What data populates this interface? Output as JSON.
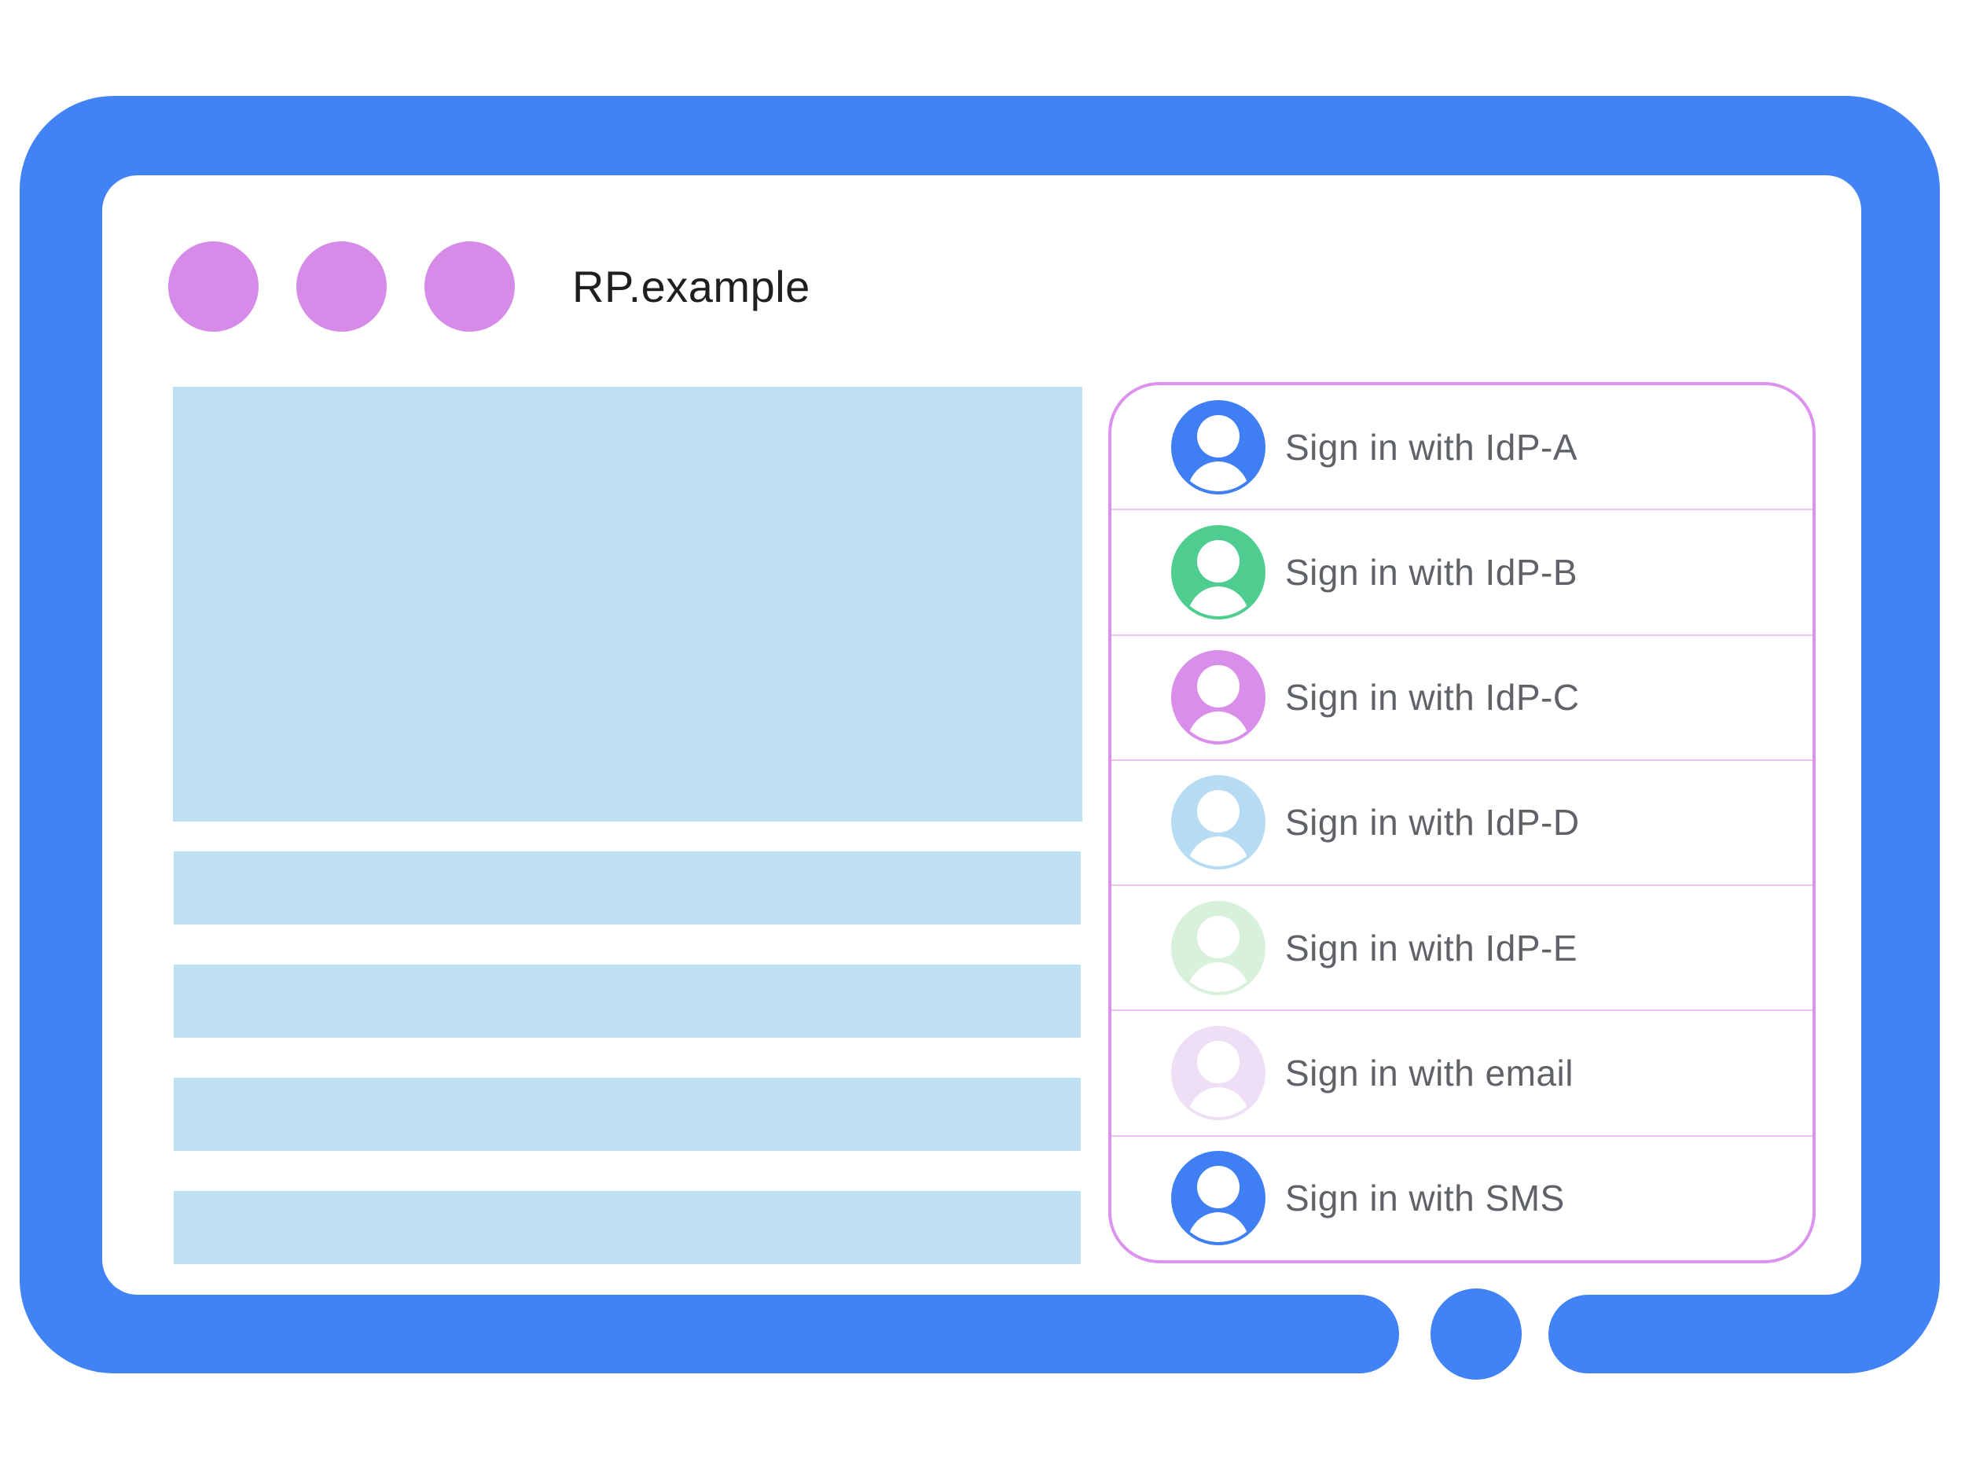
{
  "browser": {
    "title": "RP.example",
    "window_controls": {
      "dot_count": 3,
      "icon": "window-control-dot"
    }
  },
  "signin_panel": {
    "options": [
      {
        "label": "Sign in with IdP-A",
        "avatar_icon": "user-avatar-icon",
        "avatar_color": "#3F7EF3"
      },
      {
        "label": "Sign in with IdP-B",
        "avatar_icon": "user-avatar-icon",
        "avatar_color": "#4FCD90"
      },
      {
        "label": "Sign in with IdP-C",
        "avatar_icon": "user-avatar-icon",
        "avatar_color": "#D98FE9"
      },
      {
        "label": "Sign in with IdP-D",
        "avatar_icon": "user-avatar-icon",
        "avatar_color": "#B6DCF4"
      },
      {
        "label": "Sign in with IdP-E",
        "avatar_icon": "user-avatar-icon",
        "avatar_color": "#D8F1DB"
      },
      {
        "label": "Sign in with email",
        "avatar_icon": "user-avatar-icon",
        "avatar_color": "#EEDFF6"
      },
      {
        "label": "Sign in with SMS",
        "avatar_icon": "user-avatar-icon",
        "avatar_color": "#3F7EF3"
      }
    ]
  },
  "colors": {
    "frame": "#4182F4",
    "screen": "#FFFFFF",
    "placeholder": "#BFE0F3",
    "window_dot": "#D78BE8",
    "panel_border": "#DB93EE",
    "row_divider": "#F0C3F0",
    "label_text": "#5F6368",
    "title_text": "#1F1F1F"
  }
}
